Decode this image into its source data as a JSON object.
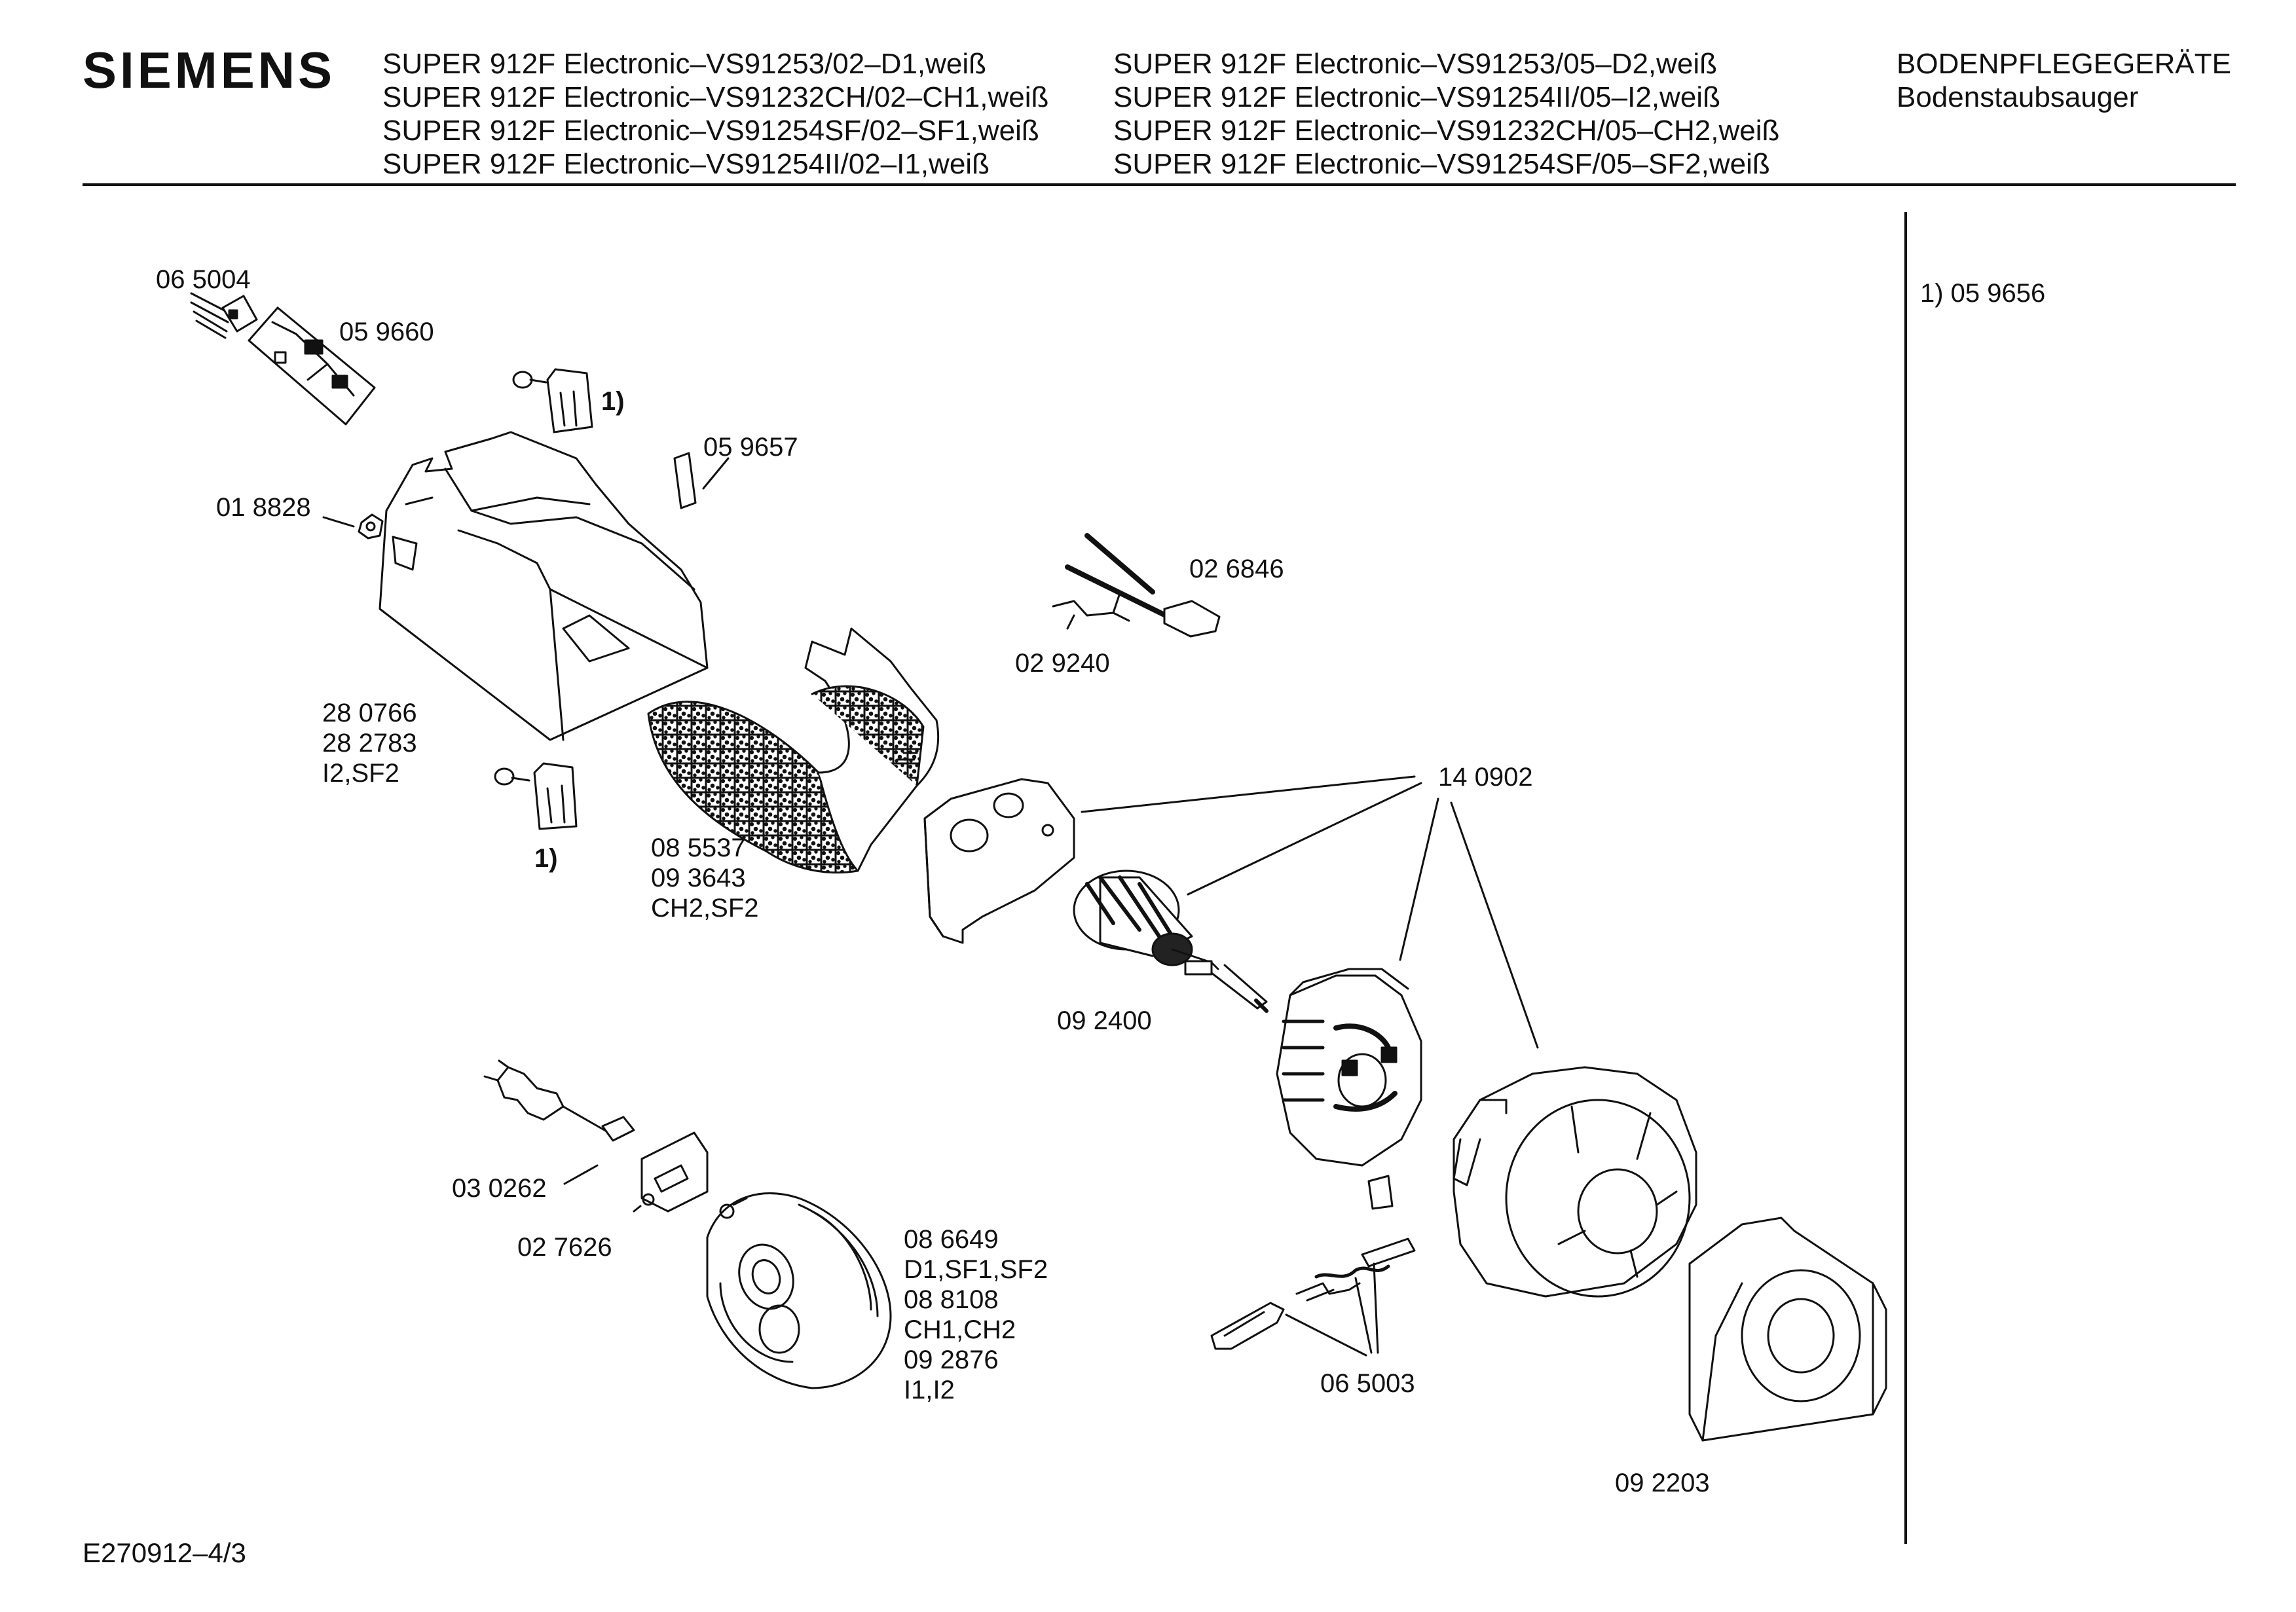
{
  "header": {
    "brand": "SIEMENS",
    "models_col1": [
      "SUPER 912F Electronic–VS91253/02–D1,weiß",
      "SUPER 912F Electronic–VS91232CH/02–CH1,weiß",
      "SUPER 912F Electronic–VS91254SF/02–SF1,weiß",
      "SUPER 912F Electronic–VS91254II/02–I1,weiß"
    ],
    "models_col2": [
      "SUPER 912F Electronic–VS91253/05–D2,weiß",
      "SUPER 912F Electronic–VS91254II/05–I2,weiß",
      "SUPER 912F Electronic–VS91232CH/05–CH2,weiß",
      "SUPER 912F Electronic–VS91254SF/05–SF2,weiß"
    ],
    "category": "BODENPFLEGEGERÄTE",
    "subcategory": "Bodenstaubsauger"
  },
  "footnote": "1)  05 9656",
  "drawing_id": "E270912–4/3",
  "parts": {
    "p065004": "06 5004",
    "p059660": "05 9660",
    "fn_top": "1)",
    "p059657": "05 9657",
    "p018828": "01 8828",
    "p280766": [
      "28 0766",
      "28 2783",
      "I2,SF2"
    ],
    "fn_bottom": "1)",
    "p026846": "02 6846",
    "p029240": "02 9240",
    "p140902": "14 0902",
    "p085537": [
      "08 5537",
      "09 3643",
      "CH2,SF2"
    ],
    "p092400": "09 2400",
    "p030262": "03 0262",
    "p027626": "02 7626",
    "p086649": [
      "08 6649",
      "D1,SF1,SF2",
      "08 8108",
      "CH1,CH2",
      "09 2876",
      "I1,I2"
    ],
    "p065003": "06 5003",
    "p092203": "09 2203"
  }
}
